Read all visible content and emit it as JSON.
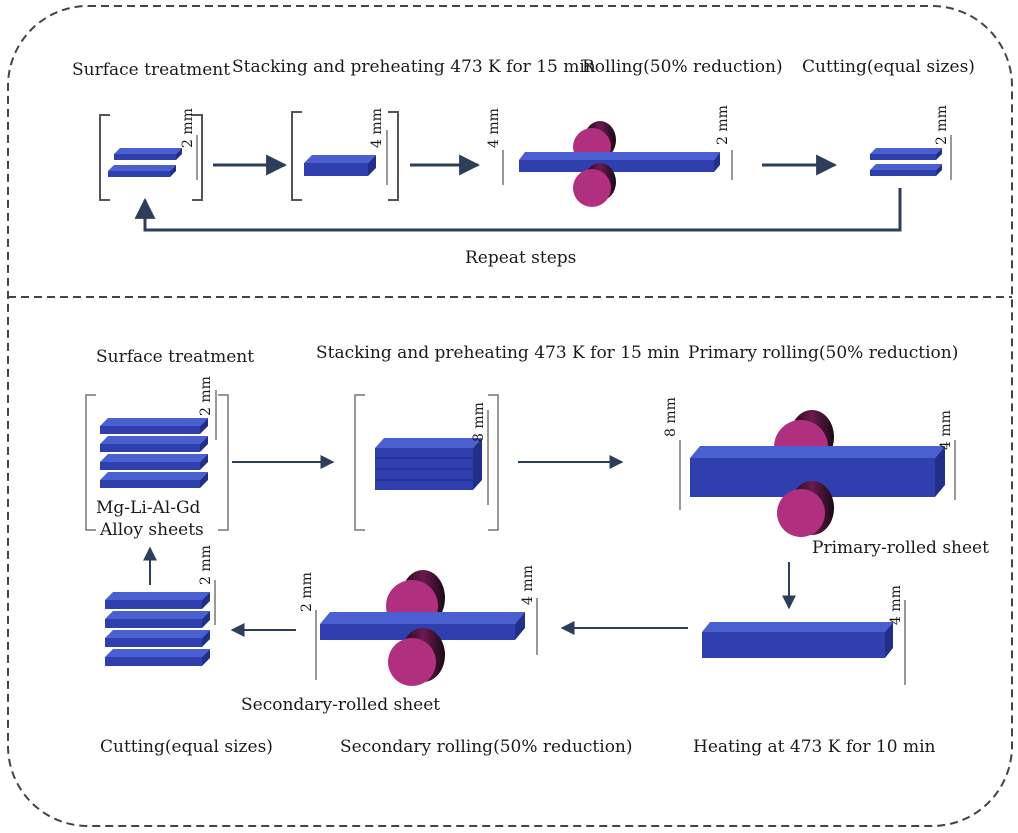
{
  "colors": {
    "sheet_top": "#4a5fd0",
    "sheet_front": "#2f3fae",
    "sheet_side": "#222f86",
    "roller": "#b0307f",
    "roller_end": "#d43fa0",
    "arrow": "#2c3e5a",
    "frame": "#444444"
  },
  "top": {
    "step1": "Surface treatment",
    "step2": "Stacking and preheating 473 K for 15 min",
    "step3": "Rolling(50% reduction)",
    "step4": "Cutting(equal sizes)",
    "repeat": "Repeat steps",
    "dims": {
      "d1": "2 mm",
      "d2": "4 mm",
      "d3_in": "4 mm",
      "d3_out": "2 mm",
      "d4": "2 mm"
    }
  },
  "bottom": {
    "surface": "Surface treatment",
    "stacking": "Stacking and preheating 473 K for 15 min",
    "primary": "Primary rolling(50% reduction)",
    "primary_sheet": "Primary-rolled sheet",
    "heating": "Heating at 473 K for 10 min",
    "secondary": "Secondary rolling(50% reduction)",
    "secondary_sheet": "Secondary-rolled sheet",
    "cutting": "Cutting(equal sizes)",
    "alloy_line1": "Mg-Li-Al-Gd",
    "alloy_line2": "Alloy sheets",
    "dims": {
      "surface": "2 mm",
      "stack": "8 mm",
      "primary_in": "8 mm",
      "primary_out": "4 mm",
      "heat": "4 mm",
      "secondary_in": "4 mm",
      "secondary_out": "2 mm",
      "cut": "2 mm"
    }
  }
}
